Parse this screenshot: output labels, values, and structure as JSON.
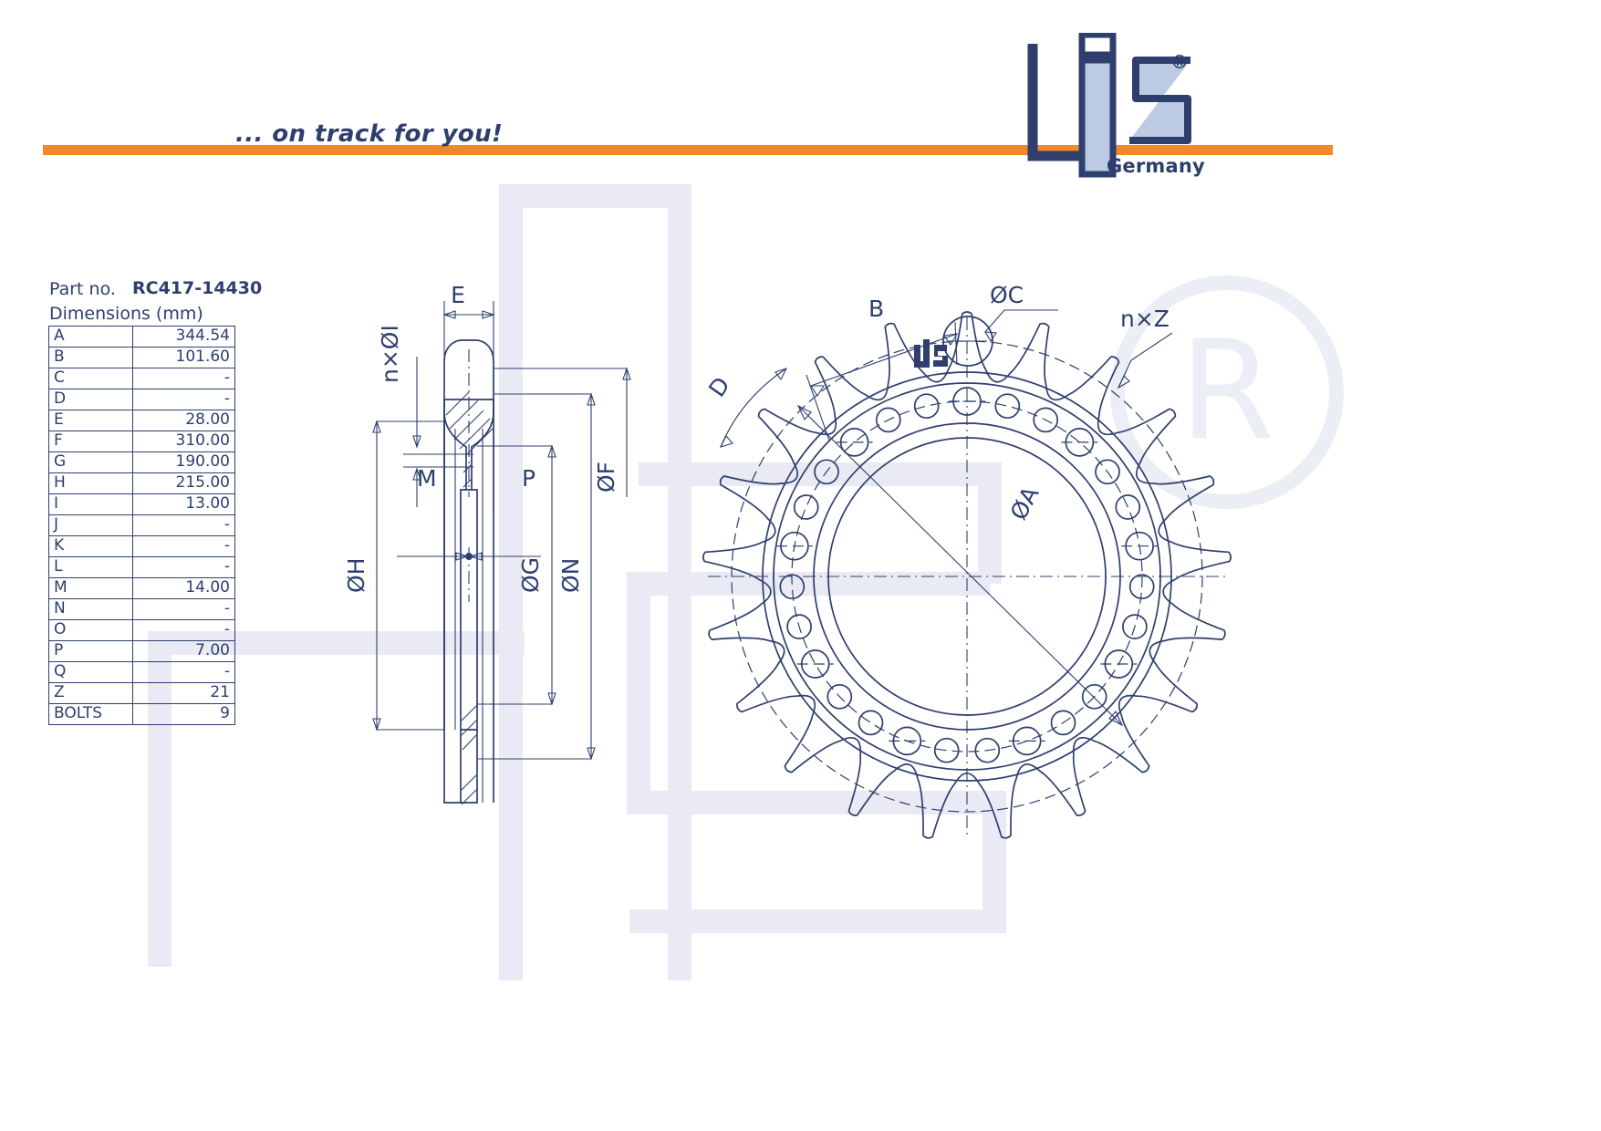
{
  "header": {
    "tagline": "... on track for you!",
    "logo_text": "LIS",
    "logo_country": "Germany",
    "logo_registered": "®",
    "rule_color": "#f0892b",
    "brand_color": "#2e3f6e"
  },
  "part": {
    "part_no_label": "Part no.",
    "part_no_value": "RC417-14430",
    "dimensions_label": "Dimensions (mm)"
  },
  "table": {
    "rows": [
      {
        "key": "A",
        "value": "344.54"
      },
      {
        "key": "B",
        "value": "101.60"
      },
      {
        "key": "C",
        "value": "-"
      },
      {
        "key": "D",
        "value": "-"
      },
      {
        "key": "E",
        "value": "28.00"
      },
      {
        "key": "F",
        "value": "310.00"
      },
      {
        "key": "G",
        "value": "190.00"
      },
      {
        "key": "H",
        "value": "215.00"
      },
      {
        "key": "I",
        "value": "13.00"
      },
      {
        "key": "J",
        "value": "-"
      },
      {
        "key": "K",
        "value": "-"
      },
      {
        "key": "L",
        "value": "-"
      },
      {
        "key": "M",
        "value": "14.00"
      },
      {
        "key": "N",
        "value": "-"
      },
      {
        "key": "O",
        "value": "-"
      },
      {
        "key": "P",
        "value": "7.00"
      },
      {
        "key": "Q",
        "value": "-"
      },
      {
        "key": "Z",
        "value": "21"
      },
      {
        "key": "BOLTS",
        "value": "9"
      }
    ]
  },
  "section_view": {
    "labels": {
      "E": "E",
      "nxI": "n×ØI",
      "M": "M",
      "P": "P",
      "H": "ØH",
      "G": "ØG",
      "N": "ØN",
      "F": "ØF"
    }
  },
  "front_view": {
    "labels": {
      "B": "B",
      "C": "ØC",
      "nxZ": "n×Z",
      "D": "D",
      "A": "ØA"
    },
    "teeth_count": 21,
    "bolt_holes": 9,
    "small_holes": 18,
    "hub_logo": "LIS"
  },
  "watermark": {
    "text": "LIS",
    "registered": "®",
    "color": "#eceef5"
  }
}
